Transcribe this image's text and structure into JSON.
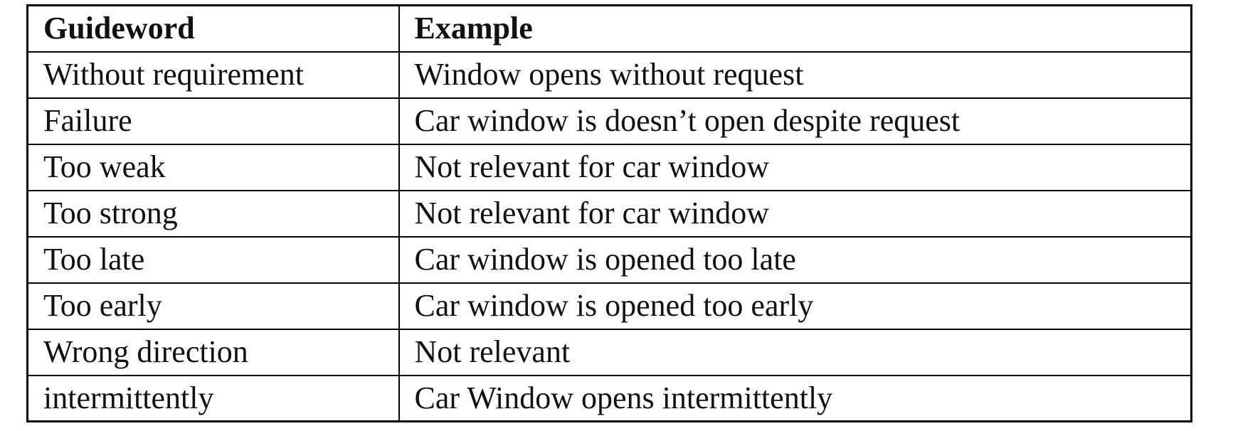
{
  "table": {
    "columns": [
      {
        "label": "Guideword"
      },
      {
        "label": "Example"
      }
    ],
    "rows": [
      {
        "guideword": "Without requirement",
        "example": "Window opens without request"
      },
      {
        "guideword": "Failure",
        "example": "Car window is doesn’t open despite request"
      },
      {
        "guideword": "Too weak",
        "example": "Not relevant for car window"
      },
      {
        "guideword": "Too strong",
        "example": "Not relevant for car window"
      },
      {
        "guideword": "Too late",
        "example": "Car window is opened too late"
      },
      {
        "guideword": "Too early",
        "example": "Car window is opened too early"
      },
      {
        "guideword": "Wrong direction",
        "example": "Not relevant"
      },
      {
        "guideword": "intermittently",
        "example": "Car Window opens intermittently"
      }
    ],
    "colors": {
      "border": "#000000",
      "text": "#111111",
      "background": "#ffffff"
    }
  }
}
